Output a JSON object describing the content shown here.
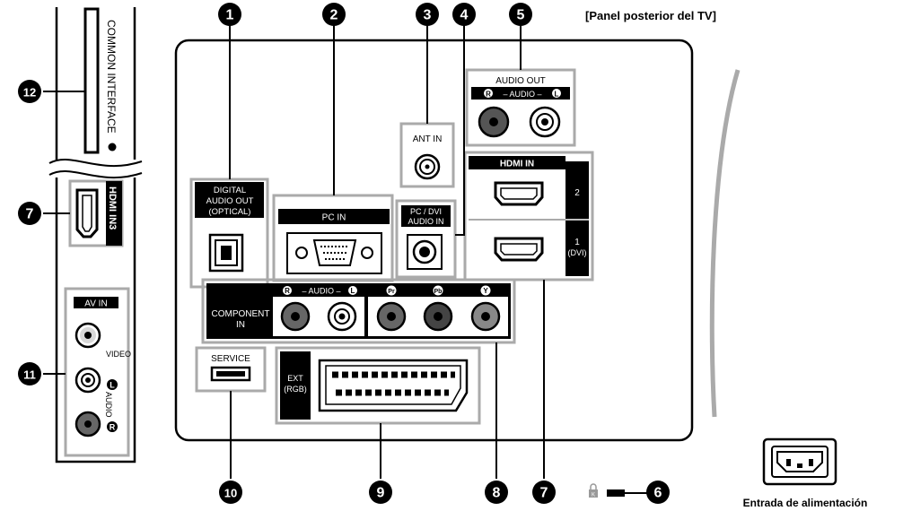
{
  "header": {
    "title": "[Panel posterior del TV]"
  },
  "callouts": [
    "1",
    "2",
    "3",
    "4",
    "5",
    "6",
    "7",
    "8",
    "9",
    "10",
    "11",
    "12"
  ],
  "side_panel": {
    "common_interface": "COMMON INTERFACE",
    "hdmi3": "HDMI IN3",
    "av_in": "AV IN",
    "video": "VIDEO",
    "audio": "AUDIO",
    "left_mark": "L",
    "right_mark": "R"
  },
  "ports": {
    "digital_audio_out": [
      "DIGITAL",
      "AUDIO OUT",
      "(OPTICAL)"
    ],
    "pc_in": "PC IN",
    "ant_in": "ANT IN",
    "pc_dvi_audio": [
      "PC / DVI",
      "AUDIO IN"
    ],
    "audio_out": "AUDIO OUT",
    "audio_rl": "– AUDIO –",
    "r_mark": "R",
    "l_mark": "L",
    "hdmi_in": "HDMI IN",
    "hdmi_2": "2",
    "hdmi_1": "1",
    "hdmi_1_dvi": "(DVI)",
    "component": [
      "COMPONENT",
      "IN"
    ],
    "pr": "Pr",
    "pb": "Pb",
    "y": "Y",
    "service": "SERVICE",
    "ext": [
      "EXT",
      "(RGB)"
    ],
    "kensington": "K"
  },
  "power": {
    "label": "Entrada de alimentación"
  }
}
